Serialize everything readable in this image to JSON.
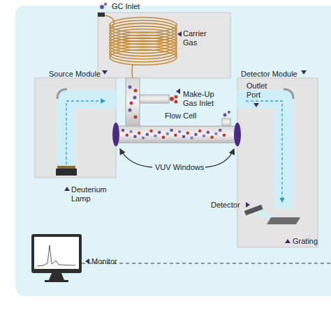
{
  "diagram": {
    "nodes": [
      {
        "text": [
          "Source Module"
        ]
      },
      {
        "text": [
          "Detector Module"
        ]
      }
    ],
    "labels": [
      "GC Inlet",
      "Carrier Gas",
      "Make-Up Gas Inlet",
      "Outlet Port",
      "Flow Cell",
      "VUV Windows",
      "Deuterium Lamp",
      "Detector",
      "Grating",
      "Monitor"
    ]
  }
}
